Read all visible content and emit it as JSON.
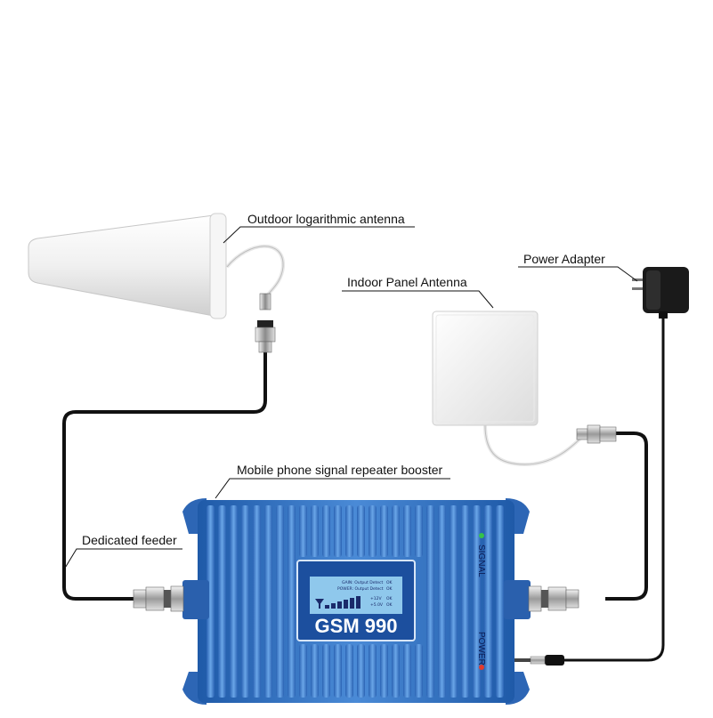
{
  "labels": {
    "outdoor_antenna": "Outdoor logarithmic antenna",
    "indoor_antenna": "Indoor Panel Antenna",
    "power_adapter": "Power Adapter",
    "repeater": "Mobile phone signal repeater booster",
    "feeder": "Dedicated feeder"
  },
  "device": {
    "model": "GSM 990",
    "signal_label": "SIGNAL",
    "power_label": "POWER",
    "lcd": {
      "gain_line": "GAIN: Output Detect",
      "gain_status": "OK",
      "power_line": "POWER: Output Detect",
      "power_status": "OK",
      "v12": "+12V",
      "v12_status": "OK",
      "v5": "+5.0V",
      "v5_status": "OK"
    }
  },
  "colors": {
    "device_blue": "#2f6fc0",
    "cable": "#111111",
    "antenna": "#f2f2f2"
  }
}
